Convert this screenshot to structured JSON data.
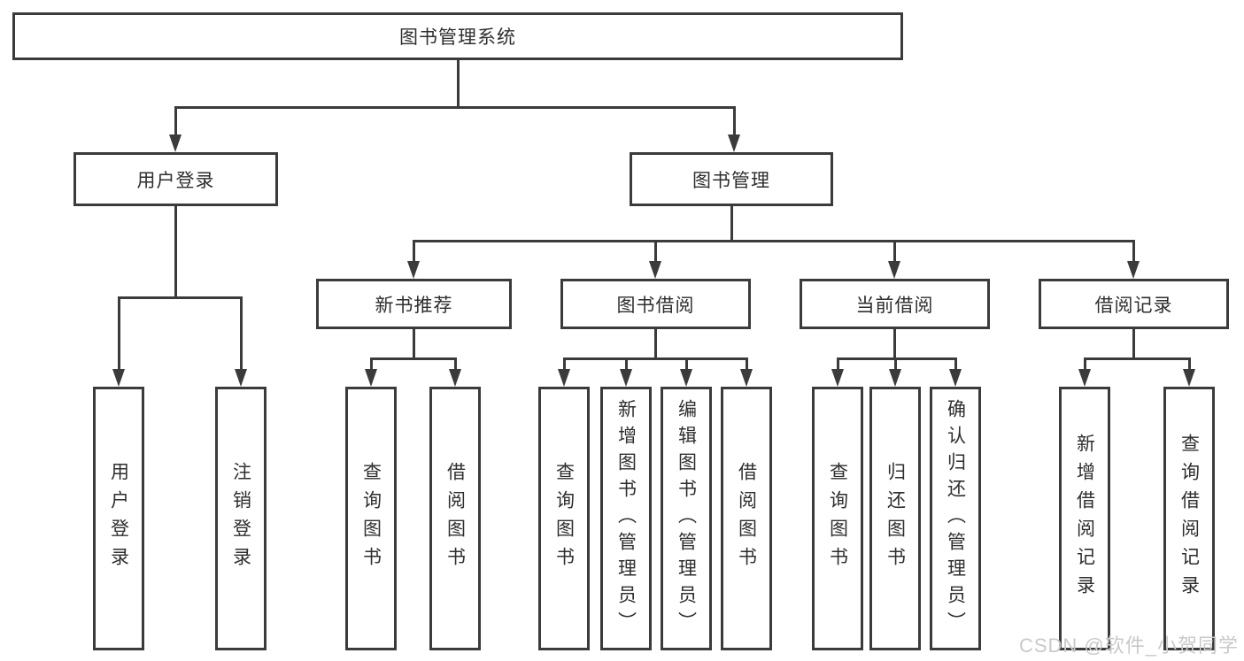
{
  "diagram": {
    "title": "图书管理系统",
    "root": {
      "label": "图书管理系统"
    },
    "level2": [
      {
        "label": "用户登录"
      },
      {
        "label": "图书管理"
      }
    ],
    "level3": [
      {
        "label": "新书推荐"
      },
      {
        "label": "图书借阅"
      },
      {
        "label": "当前借阅"
      },
      {
        "label": "借阅记录"
      }
    ],
    "leaves": {
      "user_login": [
        "用户登录",
        "注销登录"
      ],
      "new_book": [
        "查询图书",
        "借阅图书"
      ],
      "book_borrow": [
        "查询图书",
        "新增图书（管理员）",
        "编辑图书（管理员）",
        "借阅图书"
      ],
      "current_borrow": [
        "查询图书",
        "归还图书",
        "确认归还（管理员）"
      ],
      "borrow_record": [
        "新增借阅记录",
        "查询借阅记录"
      ]
    },
    "watermark": "CSDN @软件_小贺同学"
  },
  "colors": {
    "line": "#3b3b3b",
    "text": "#2e2e2e",
    "watermark": "#c9c9c9",
    "bg": "#ffffff"
  }
}
